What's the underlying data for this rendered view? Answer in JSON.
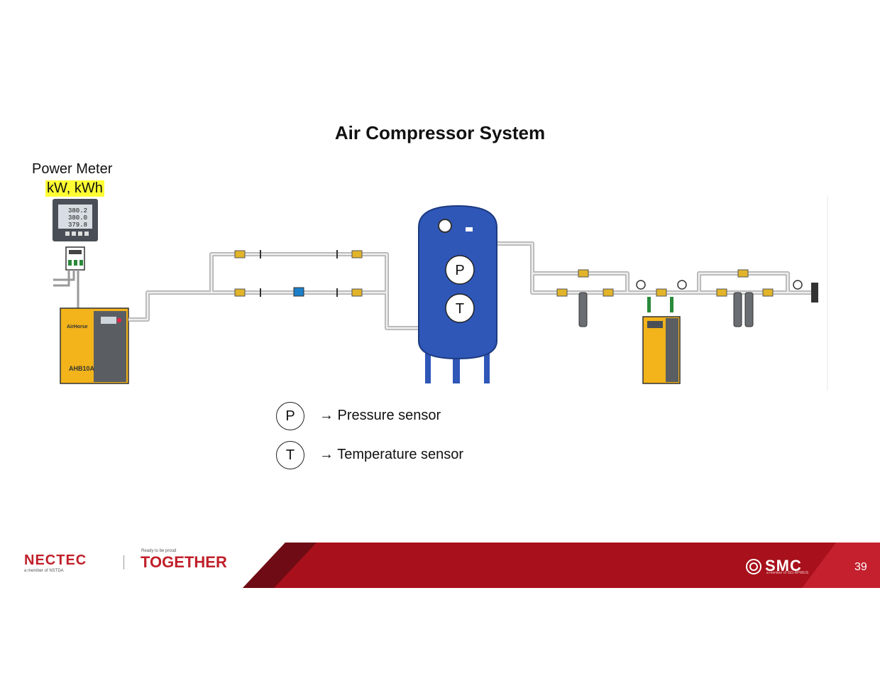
{
  "title": "Air Compressor System",
  "power_meter": {
    "label": "Power Meter",
    "units": "kW, kWh",
    "readings": [
      "380.2",
      "380.0",
      "379.8"
    ]
  },
  "tank_sensors": {
    "pressure": "P",
    "temperature": "T"
  },
  "compressor": {
    "brand": "AirHorse",
    "model": "AHB10A"
  },
  "legend": [
    {
      "symbol": "P",
      "text": "→ Pressure sensor"
    },
    {
      "symbol": "T",
      "text": "→ Temperature sensor"
    }
  ],
  "footer": {
    "nectec": "NECTEC",
    "nectec_sub": "a member of NSTDA",
    "together_sub": "Ready to be proud",
    "together": "TOGETHER",
    "smc": "SMC",
    "smc_sub": "a member of ISG-APWEIS",
    "page_number": "39"
  },
  "colors": {
    "tank": "#2f57b8",
    "compressor": "#f2b31b",
    "footer_red": "#a8101b",
    "footer_dark": "#6e0b14",
    "highlight": "#ffff33"
  }
}
